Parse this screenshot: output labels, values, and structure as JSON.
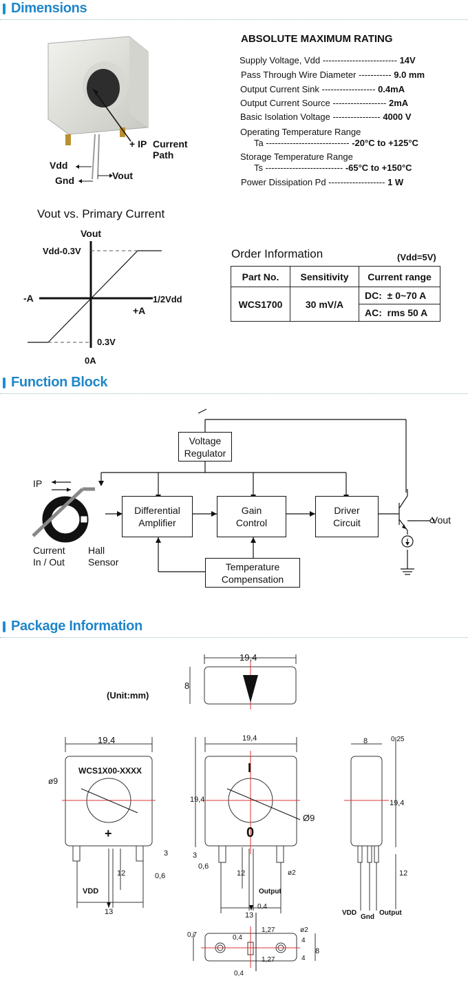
{
  "sections": {
    "dimensions": "Dimensions",
    "function_block": "Function Block",
    "package_info": "Package Information"
  },
  "sensor_photo": {
    "ip_label": "+ IP",
    "current_label": "Current",
    "path_label": "Path",
    "vdd": "Vdd",
    "gnd": "Gnd",
    "vout": "Vout"
  },
  "ratings": {
    "title": "ABSOLUTE MAXIMUM RATING",
    "items": [
      {
        "label": "Supply Voltage, Vdd",
        "dashes": "-------------------------",
        "value": "14V"
      },
      {
        "label": "Pass Through Wire Diameter",
        "dashes": "-----------",
        "value": "9.0 mm"
      },
      {
        "label": "Output Current Sink",
        "dashes": "------------------",
        "value": "0.4mA"
      },
      {
        "label": "Output Current Source",
        "dashes": "------------------",
        "value": "2mA"
      },
      {
        "label": "Basic Isolation Voltage",
        "dashes": "----------------",
        "value": "4000 V"
      }
    ],
    "op_temp": {
      "label": "Operating Temperature Range",
      "sub": "Ta",
      "dashes": "----------------------------",
      "value": "-20°C to +125°C"
    },
    "st_temp": {
      "label": "Storage Temperature Range",
      "sub": "Ts",
      "dashes": "--------------------------",
      "value": "-65°C to +150°C"
    },
    "power": {
      "label": "Power Dissipation  Pd",
      "dashes": "-------------------",
      "value": "1 W"
    }
  },
  "transfer": {
    "title": "Vout  vs.  Primary Current",
    "vout": "Vout",
    "vdd_max": "Vdd-0.3V",
    "neg_a": "-A",
    "half_vdd": "1/2Vdd",
    "pos_a": "+A",
    "min": "0.3V",
    "zero": "0A"
  },
  "order": {
    "title": "Order Information",
    "vdd_note": "(Vdd=5V)",
    "headers": [
      "Part No.",
      "Sensitivity",
      "Current range"
    ],
    "part": "WCS1700",
    "sensitivity": "30 mV/A",
    "dc_label": "DC:",
    "dc_value": "± 0~70 A",
    "ac_label": "AC:",
    "ac_value": "rms 50 A"
  },
  "function": {
    "voltage_regulator": [
      "Voltage",
      "Regulator"
    ],
    "diff_amp": [
      "Differential",
      "Amplifier"
    ],
    "gain": [
      "Gain",
      "Control"
    ],
    "driver": [
      "Driver",
      "Circuit"
    ],
    "temp": [
      "Temperature",
      "Compensation"
    ],
    "ip": "IP",
    "current_io": [
      "Current",
      "In / Out"
    ],
    "hall": [
      "Hall",
      "Sensor"
    ],
    "vout": "Vout"
  },
  "package": {
    "unit": "(Unit:mm)",
    "w194": "19,4",
    "h8": "8",
    "marking": "WCS1X00-XXXX",
    "d9": "ø9",
    "d9b": "Ø9",
    "dim12": "12",
    "dim3": "3",
    "dim06": "0,6",
    "dim13": "13",
    "d2": "ø2",
    "output": "Output",
    "vdd": "VDD",
    "gnd": "Gnd",
    "dim04": "0,4",
    "dim025": "0,25",
    "dim8": "8",
    "dim127": "1,27",
    "dim4": "4",
    "dim07": "0,7",
    "mark_i": "I",
    "mark_o": "0",
    "mark_plus": "+"
  }
}
